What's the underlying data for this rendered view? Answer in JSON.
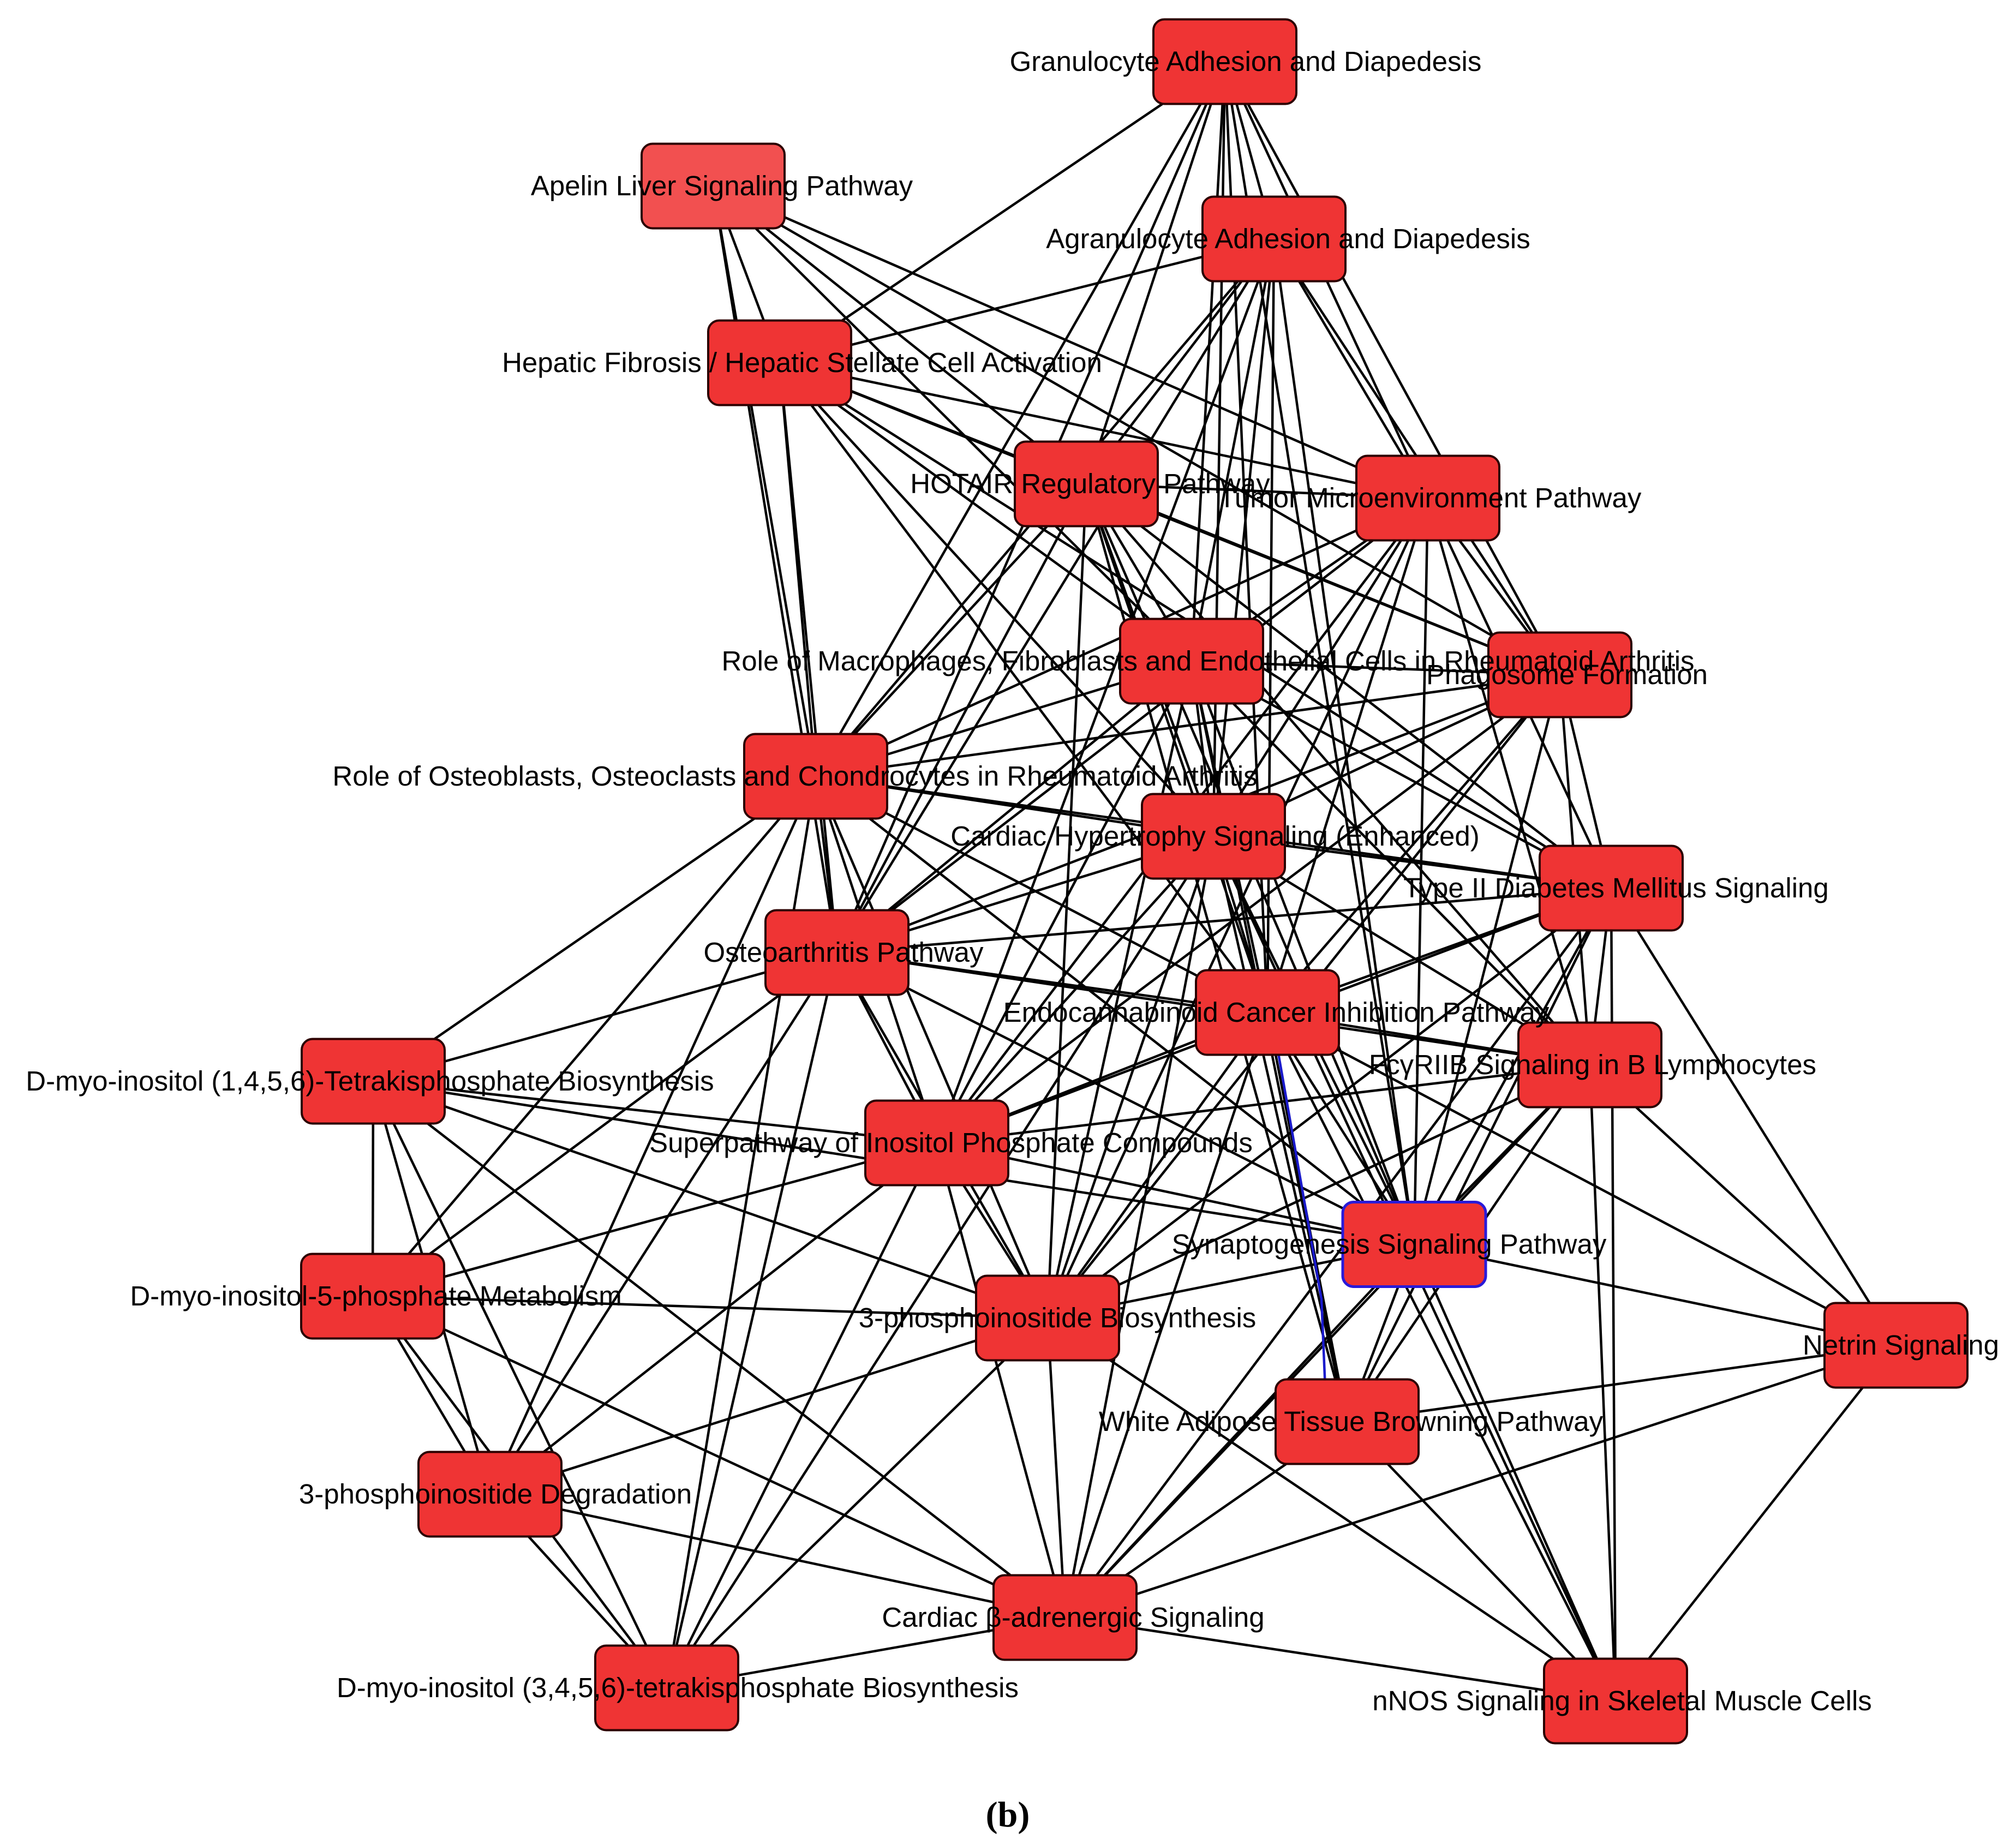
{
  "colors": {
    "node_fill": "#ef3434",
    "node_fill_light": "#f25050",
    "edge": "#000000",
    "selected": "#1a1acc"
  },
  "caption": "(b)",
  "nodes": [
    {
      "id": "gran",
      "label": "Granulocyte Adhesion and Diapedesis"
    },
    {
      "id": "apelin",
      "label": "Apelin Liver Signaling Pathway"
    },
    {
      "id": "agran",
      "label": "Agranulocyte Adhesion and Diapedesis"
    },
    {
      "id": "hepfib",
      "label": "Hepatic Fibrosis / Hepatic Stellate Cell Activation"
    },
    {
      "id": "hotair",
      "label": "HOTAIR Regulatory Pathway"
    },
    {
      "id": "tumor",
      "label": "Tumor Microenvironment Pathway"
    },
    {
      "id": "macro",
      "label": "Role of Macrophages, Fibroblasts and Endothelial Cells in Rheumatoid Arthritis"
    },
    {
      "id": "phago",
      "label": "Phagosome Formation"
    },
    {
      "id": "osteo",
      "label": "Role of Osteoblasts, Osteoclasts and Chondrocytes in Rheumatoid Arthritis"
    },
    {
      "id": "cardhyp",
      "label": "Cardiac Hypertrophy Signaling (Enhanced)"
    },
    {
      "id": "t2dm",
      "label": "Type II Diabetes Mellitus Signaling"
    },
    {
      "id": "oa",
      "label": "Osteoarthritis Pathway"
    },
    {
      "id": "endo",
      "label": "Endocannabinoid Cancer Inhibition Pathway"
    },
    {
      "id": "d1456",
      "label": "D-myo-inositol (1,4,5,6)-Tetrakisphosphate Biosynthesis"
    },
    {
      "id": "fcgr",
      "label": "FcγRIIB Signaling in B Lymphocytes"
    },
    {
      "id": "super",
      "label": "Superpathway of Inositol Phosphate Compounds"
    },
    {
      "id": "synap",
      "label": "Synaptogenesis Signaling Pathway"
    },
    {
      "id": "d5p",
      "label": "D-myo-inositol-5-phosphate Metabolism"
    },
    {
      "id": "p3bio",
      "label": "3-phosphoinositide Biosynthesis"
    },
    {
      "id": "netrin",
      "label": "Netrin Signaling"
    },
    {
      "id": "wat",
      "label": "White Adipose Tissue Browning Pathway"
    },
    {
      "id": "p3deg",
      "label": "3-phosphoinositide Degradation"
    },
    {
      "id": "cardb",
      "label": "Cardiac β-adrenergic Signaling"
    },
    {
      "id": "d3456",
      "label": "D-myo-inositol (3,4,5,6)-tetrakisphosphate Biosynthesis"
    },
    {
      "id": "nnos",
      "label": "nNOS Signaling in Skeletal Muscle Cells"
    }
  ]
}
